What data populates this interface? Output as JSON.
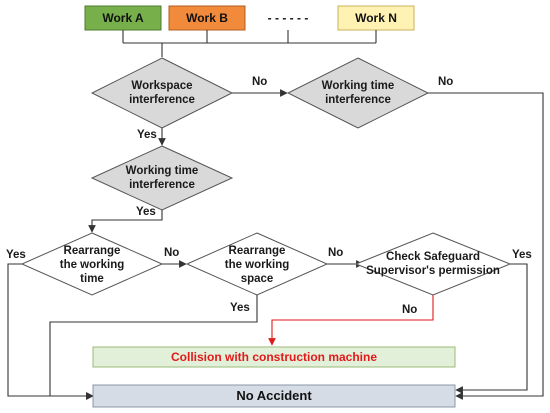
{
  "works": {
    "a": "Work A",
    "b": "Work B",
    "dots": "- - - - - -",
    "n": "Work N"
  },
  "decisions": {
    "workspace": [
      "Workspace",
      "interference"
    ],
    "time_right": [
      "Working time",
      "interference"
    ],
    "time_mid": [
      "Working time",
      "interference"
    ],
    "rearrange_time": [
      "Rearrange",
      "the working",
      "time"
    ],
    "rearrange_space": [
      "Rearrange",
      "the working",
      "space"
    ],
    "safeguard": [
      "Check Safeguard",
      "Supervisor's permission"
    ]
  },
  "edges": {
    "yes": "Yes",
    "no": "No"
  },
  "outcomes": {
    "collision": "Collision with construction machine",
    "no_accident": "No Accident"
  },
  "colors": {
    "work_a": "#77b04a",
    "work_b": "#f28a3c",
    "work_n": "#fff2b3",
    "diamond": "#d9d9d9",
    "collision_box": "#e2efd9",
    "no_accident_box": "#d6dce5",
    "red": "#e31a1a"
  }
}
